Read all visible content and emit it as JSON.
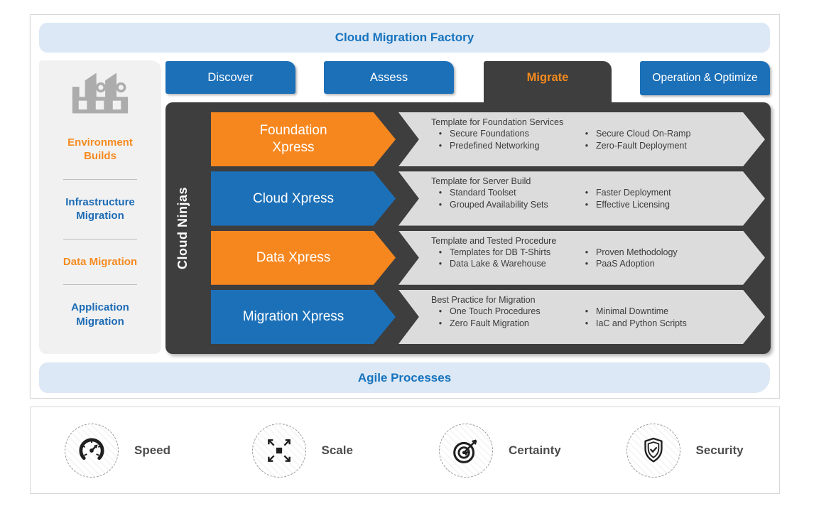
{
  "header": {
    "title": "Cloud Migration Factory"
  },
  "footer_banner": {
    "title": "Agile Processes"
  },
  "sidebar": {
    "items": [
      {
        "label": "Environment Builds",
        "color": "orange"
      },
      {
        "label": "Infrastructure Migration",
        "color": "blue"
      },
      {
        "label": "Data Migration",
        "color": "orange"
      },
      {
        "label": "Application Migration",
        "color": "blue"
      }
    ]
  },
  "tabs": [
    {
      "label": "Discover",
      "active": false
    },
    {
      "label": "Assess",
      "active": false
    },
    {
      "label": "Migrate",
      "active": true
    },
    {
      "label": "Operation & Optimize",
      "active": false
    }
  ],
  "panel": {
    "vertical_label": "Cloud Ninjas",
    "rows": [
      {
        "label": "Foundation Xpress",
        "color": "orange",
        "heading": "Template for Foundation Services",
        "bullets_left": [
          "Secure Foundations",
          "Predefined Networking"
        ],
        "bullets_right": [
          "Secure Cloud On-Ramp",
          "Zero-Fault Deployment"
        ]
      },
      {
        "label": "Cloud Xpress",
        "color": "blue",
        "heading": "Template for Server Build",
        "bullets_left": [
          "Standard Toolset",
          "Grouped Availability Sets"
        ],
        "bullets_right": [
          "Faster Deployment",
          "Effective Licensing"
        ]
      },
      {
        "label": "Data Xpress",
        "color": "orange",
        "heading": "Template and Tested Procedure",
        "bullets_left": [
          "Templates for DB T-Shirts",
          "Data Lake & Warehouse"
        ],
        "bullets_right": [
          "Proven Methodology",
          "PaaS Adoption"
        ]
      },
      {
        "label": "Migration Xpress",
        "color": "blue",
        "heading": "Best Practice for Migration",
        "bullets_left": [
          "One Touch Procedures",
          "Zero Fault Migration"
        ],
        "bullets_right": [
          "Minimal Downtime",
          "IaC and Python Scripts"
        ]
      }
    ]
  },
  "value_props": [
    {
      "label": "Speed",
      "icon": "speedometer-icon"
    },
    {
      "label": "Scale",
      "icon": "expand-arrows-icon"
    },
    {
      "label": "Certainty",
      "icon": "target-dart-icon"
    },
    {
      "label": "Security",
      "icon": "shield-check-icon"
    }
  ],
  "colors": {
    "orange": "#F6871F",
    "blue": "#1C70B8",
    "dark_panel": "#3E3E3E",
    "light_blue_banner": "#DCE8F5",
    "sidebar_bg": "#F1F1F2",
    "arrow_gray": "#DCDCDC",
    "banner_text_blue": "#1673BE"
  }
}
